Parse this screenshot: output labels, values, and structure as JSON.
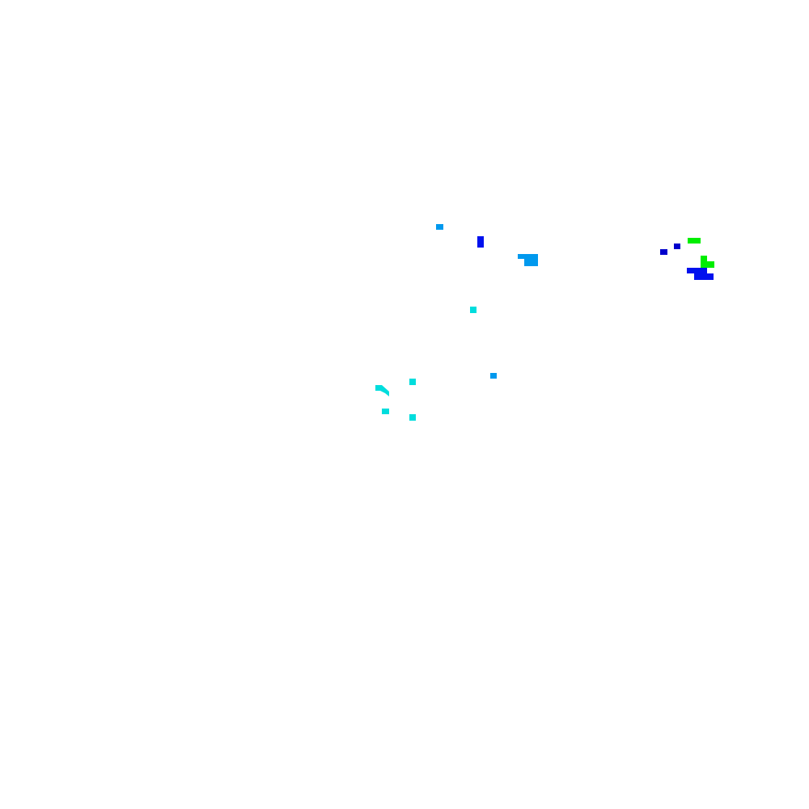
{
  "colors": {
    "background": "#ffffff",
    "sky_blue": "#0099ee",
    "blue": "#0011ee",
    "navy_blue": "#0000cc",
    "cyan": "#00dddd",
    "green": "#00ee00"
  },
  "blobs": [
    {
      "name": "sky-blue-blob-top",
      "color": "sky_blue"
    },
    {
      "name": "blue-blob-top",
      "color": "blue"
    },
    {
      "name": "sky-blue-blob-large",
      "color": "sky_blue"
    },
    {
      "name": "cyan-blob-center",
      "color": "cyan"
    },
    {
      "name": "sky-blue-blob-mid",
      "color": "sky_blue"
    },
    {
      "name": "cyan-blob-lower-a",
      "color": "cyan"
    },
    {
      "name": "cyan-blob-lower-b",
      "color": "cyan"
    },
    {
      "name": "cyan-blob-lower-c",
      "color": "cyan"
    },
    {
      "name": "cyan-arc",
      "color": "cyan"
    },
    {
      "name": "green-blob-right-top",
      "color": "green"
    },
    {
      "name": "green-blob-right-mid",
      "color": "green"
    },
    {
      "name": "navy-blob-right-a",
      "color": "navy_blue"
    },
    {
      "name": "navy-blob-right-b",
      "color": "navy_blue"
    },
    {
      "name": "blue-cluster-right",
      "color": "blue"
    }
  ]
}
